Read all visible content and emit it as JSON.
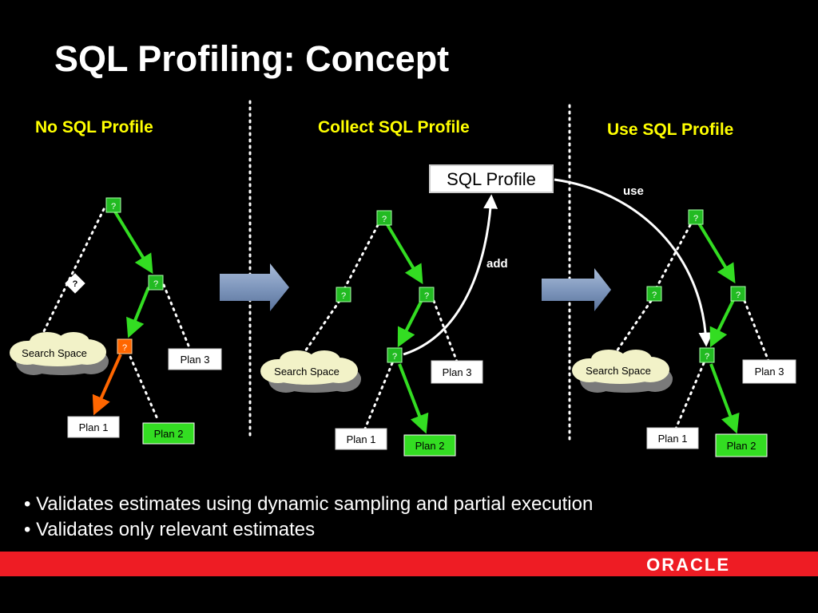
{
  "title": "SQL Profiling: Concept",
  "columns": [
    {
      "heading": "No SQL Profile"
    },
    {
      "heading": "Collect SQL Profile"
    },
    {
      "heading": "Use SQL Profile"
    }
  ],
  "node_label": "?",
  "search_space_label": "Search Space",
  "plans": [
    "Plan 1",
    "Plan 2",
    "Plan 3"
  ],
  "profile_box": "SQL Profile",
  "add_label": "add",
  "use_label": "use",
  "bullets": [
    "• Validates estimates using dynamic sampling and partial execution",
    "• Validates only relevant estimates"
  ],
  "logo": "ORACLE",
  "colors": {
    "background": "#000000",
    "heading": "#ffff00",
    "chosen_path": "#33dd22",
    "bad_path": "#ff6600",
    "footer_bar": "#ee1c24",
    "arrow_fill": "#7f97bd"
  }
}
